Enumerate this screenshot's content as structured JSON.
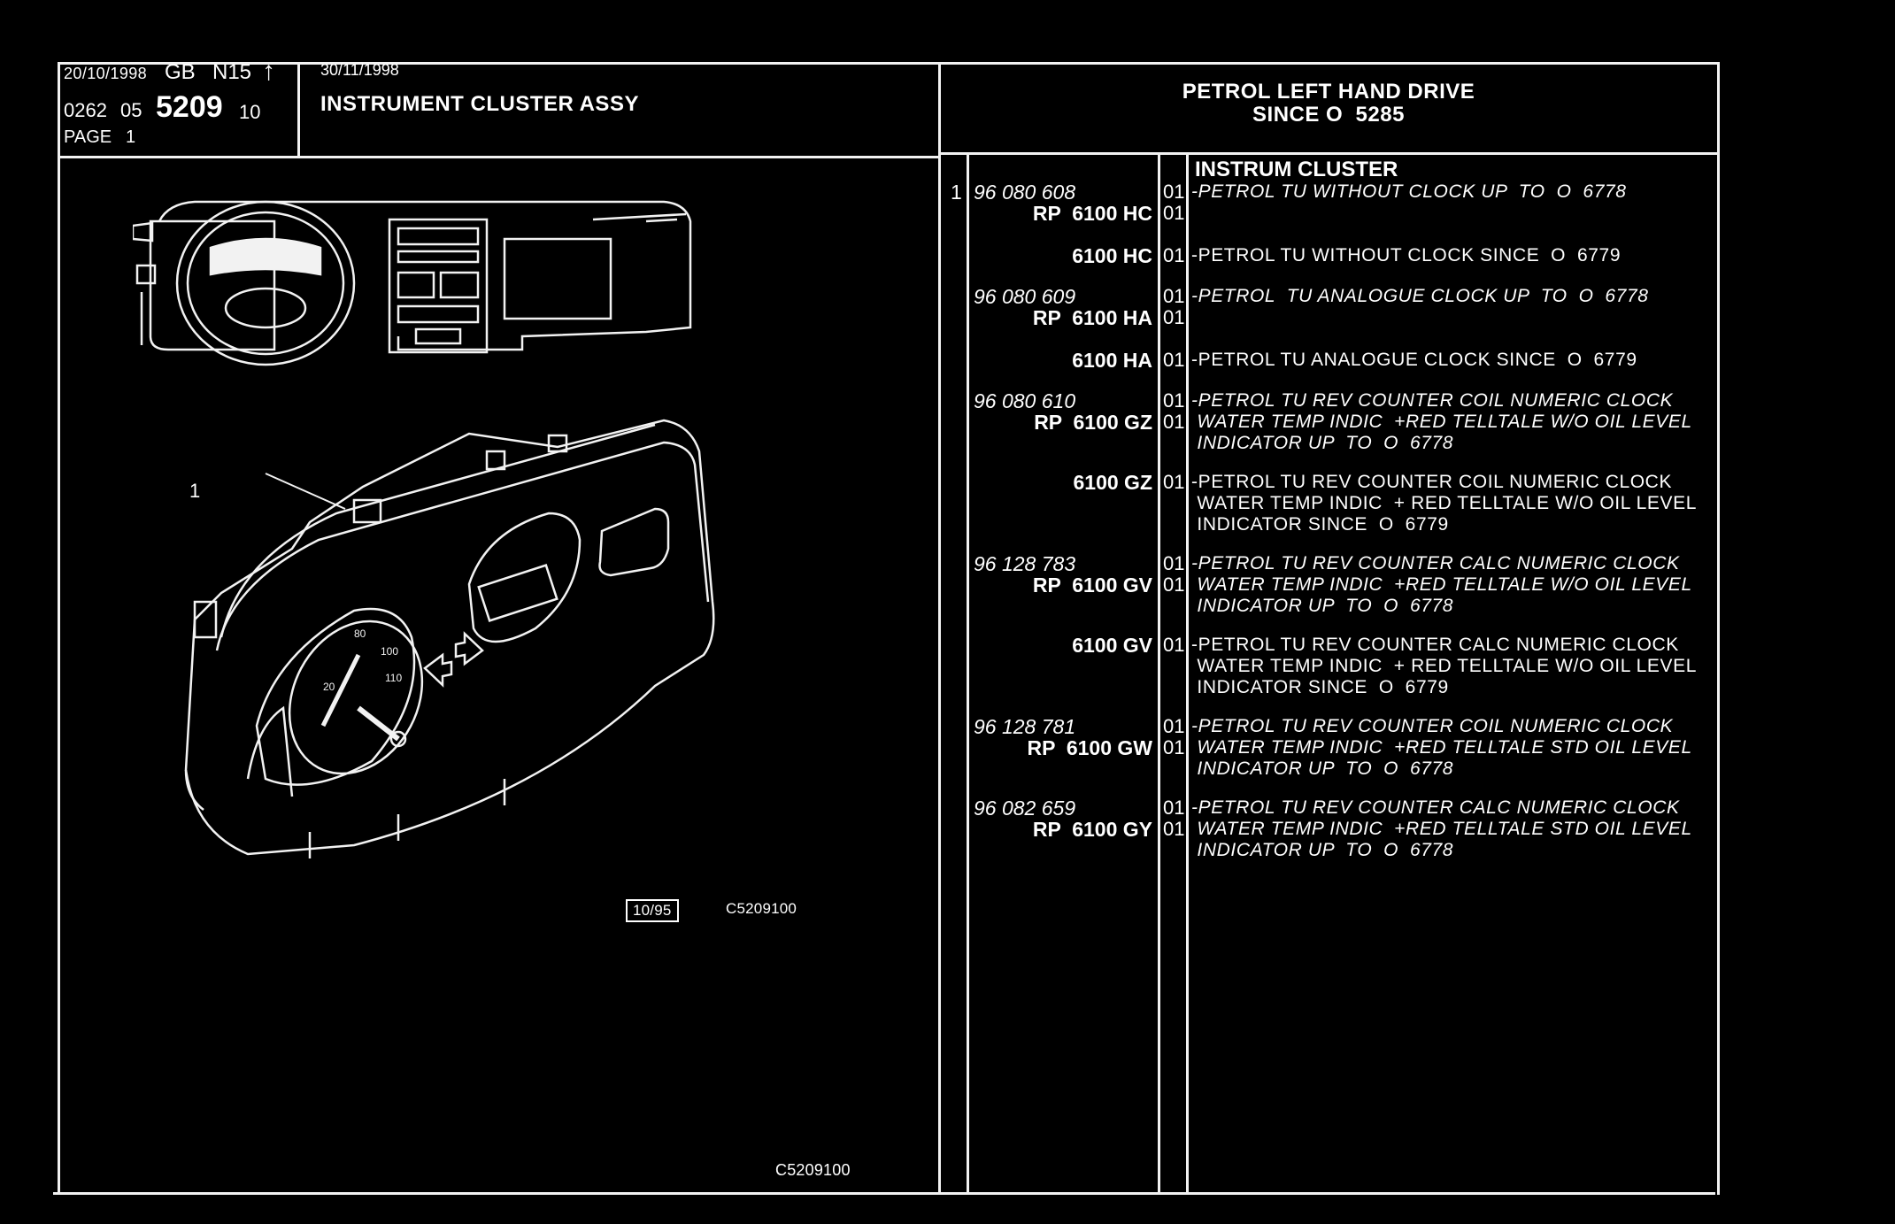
{
  "header": {
    "date_created": "20/10/1998",
    "country": "GB",
    "model": "N15",
    "arrow": "↑",
    "group_prefix": "0262",
    "section_prefix": "05",
    "plate_number": "5209",
    "plate_suffix": "10",
    "page_label": "PAGE",
    "page_number": "1",
    "date_updated": "30/11/1998",
    "plate_title": "INSTRUMENT CLUSTER ASSY",
    "variant_line1": "PETROL LEFT HAND DRIVE",
    "variant_line2": "SINCE O  5285"
  },
  "drawing": {
    "callout": "1",
    "date_tag": "10/95",
    "ref_code": "C5209100",
    "footer_code": "C5209100"
  },
  "table": {
    "section_title": "INSTRUM CLUSTER",
    "rows": [
      {
        "item": "1",
        "ref": "96 080 608",
        "code": "RP  6100 HC",
        "qty": [
          "01",
          "01"
        ],
        "desc": [
          "-PETROL TU WITHOUT CLOCK UP  TO  O  6778"
        ],
        "style": "italic"
      },
      {
        "item": "",
        "ref": "",
        "code": "6100 HC",
        "qty": [
          "01"
        ],
        "desc": [
          "-PETROL TU WITHOUT CLOCK SINCE  O  6779"
        ],
        "style": "normal"
      },
      {
        "item": "",
        "ref": "96 080 609",
        "code": "RP  6100 HA",
        "qty": [
          "01",
          "01"
        ],
        "desc": [
          "-PETROL  TU ANALOGUE CLOCK UP  TO  O  6778"
        ],
        "style": "italic"
      },
      {
        "item": "",
        "ref": "",
        "code": "6100 HA",
        "qty": [
          "01"
        ],
        "desc": [
          "-PETROL TU ANALOGUE CLOCK SINCE  O  6779"
        ],
        "style": "normal"
      },
      {
        "item": "",
        "ref": "96 080 610",
        "code": "RP  6100 GZ",
        "qty": [
          "01",
          "01"
        ],
        "desc": [
          "-PETROL TU REV COUNTER COIL NUMERIC CLOCK",
          " WATER TEMP INDIC  +RED TELLTALE W/O OIL LEVEL",
          " INDICATOR UP  TO  O  6778"
        ],
        "style": "italic"
      },
      {
        "item": "",
        "ref": "",
        "code": "6100 GZ",
        "qty": [
          "01"
        ],
        "desc": [
          "-PETROL TU REV COUNTER COIL NUMERIC CLOCK",
          " WATER TEMP INDIC  + RED TELLTALE W/O OIL LEVEL",
          " INDICATOR SINCE  O  6779"
        ],
        "style": "normal"
      },
      {
        "item": "",
        "ref": "96 128 783",
        "code": "RP  6100 GV",
        "qty": [
          "01",
          "01"
        ],
        "desc": [
          "-PETROL TU REV COUNTER CALC NUMERIC CLOCK",
          " WATER TEMP INDIC  +RED TELLTALE W/O OIL LEVEL",
          " INDICATOR UP  TO  O  6778"
        ],
        "style": "italic"
      },
      {
        "item": "",
        "ref": "",
        "code": "6100 GV",
        "qty": [
          "01"
        ],
        "desc": [
          "-PETROL TU REV COUNTER CALC NUMERIC CLOCK",
          " WATER TEMP INDIC  + RED TELLTALE W/O OIL LEVEL",
          " INDICATOR SINCE  O  6779"
        ],
        "style": "normal"
      },
      {
        "item": "",
        "ref": "96 128 781",
        "code": "RP  6100 GW",
        "qty": [
          "01",
          "01"
        ],
        "desc": [
          "-PETROL TU REV COUNTER COIL NUMERIC CLOCK",
          " WATER TEMP INDIC  +RED TELLTALE STD OIL LEVEL",
          " INDICATOR UP  TO  O  6778"
        ],
        "style": "italic"
      },
      {
        "item": "",
        "ref": "96 082 659",
        "code": "RP  6100 GY",
        "qty": [
          "01",
          "01"
        ],
        "desc": [
          "-PETROL TU REV COUNTER CALC NUMERIC CLOCK",
          " WATER TEMP INDIC  +RED TELLTALE STD OIL LEVEL",
          " INDICATOR UP  TO  O  6778"
        ],
        "style": "italic"
      }
    ]
  },
  "colors": {
    "background": "#000000",
    "ink": "#f2f2f2"
  }
}
